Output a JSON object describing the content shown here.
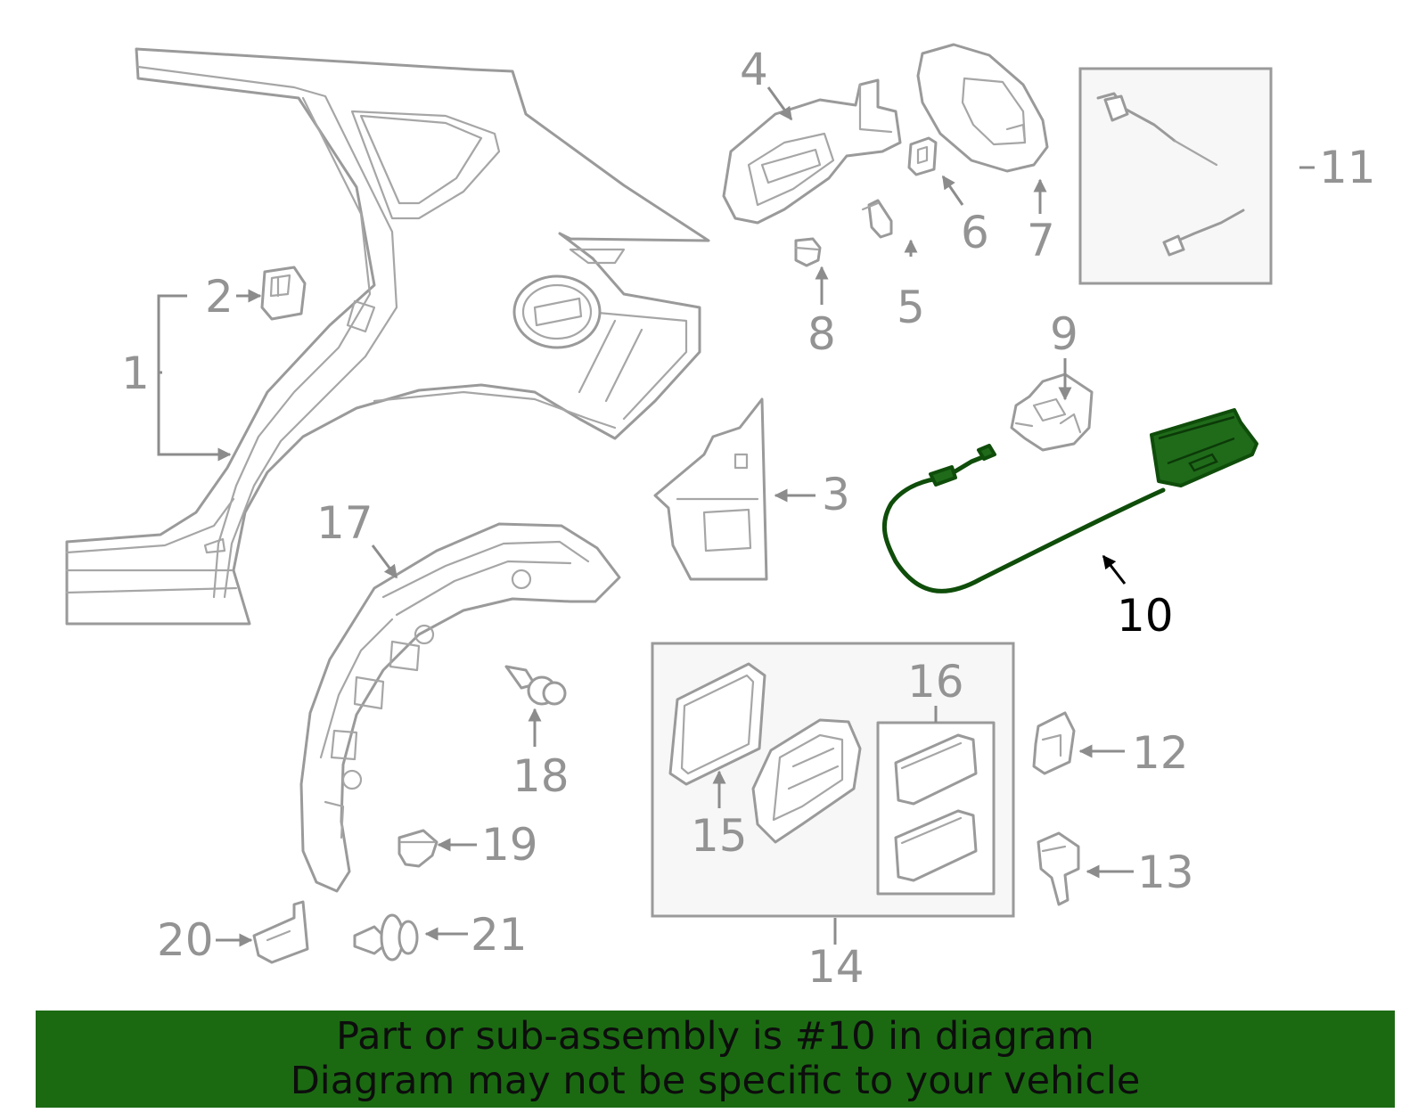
{
  "highlight_color": "#1b6a12",
  "highlighted_part": "10",
  "callouts": {
    "c1": "1",
    "c2": "2",
    "c3": "3",
    "c4": "4",
    "c5": "5",
    "c6": "6",
    "c7": "7",
    "c8": "8",
    "c9": "9",
    "c10": "10",
    "c11": "11",
    "c12": "12",
    "c13": "13",
    "c14": "14",
    "c15": "15",
    "c16": "16",
    "c17": "17",
    "c18": "18",
    "c19": "19",
    "c20": "20",
    "c21": "21"
  },
  "banner": {
    "line1": "Part or sub-assembly is #10 in diagram",
    "line2": "Diagram may not be specific to your vehicle"
  }
}
